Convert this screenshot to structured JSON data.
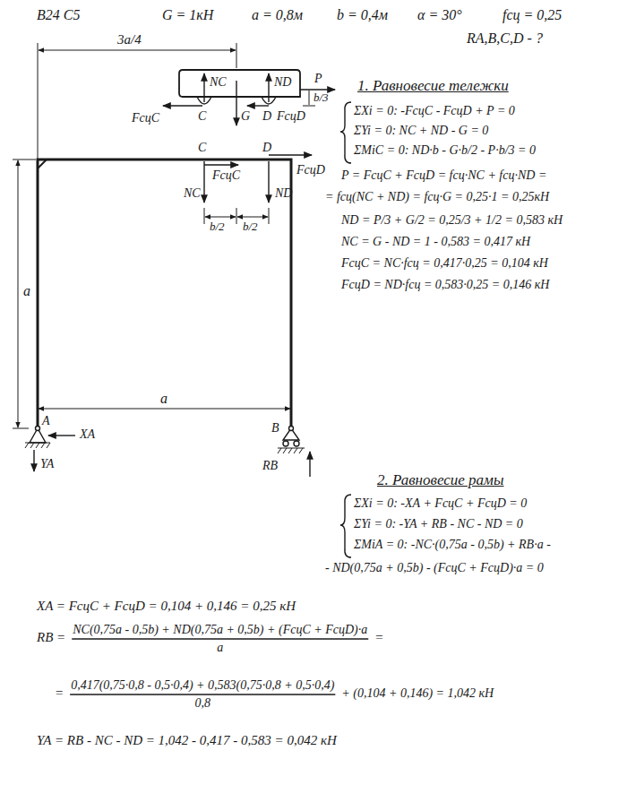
{
  "diagram": {
    "labels": [
      "В24 С5",
      "G = 1кН",
      "a = 0,8м",
      "b = 0,4м",
      "α = 30°",
      "fсц = 0,25",
      "RA,B,C,D - ?",
      "3a/4",
      "NC",
      "ND",
      "P",
      "b/3",
      "FсцC",
      "C",
      "G",
      "D",
      "FсцD",
      "C",
      "D",
      "FсцD",
      "FсцC",
      "NC",
      "ND",
      "b/2",
      "b/2",
      "a",
      "a",
      "A",
      "XA",
      "YA",
      "B",
      "RB",
      "1. Равновесие тележки",
      "ΣXi = 0:  -FсцC - FсцD + P = 0",
      "ΣYi = 0:  NC + ND - G = 0",
      "ΣMiC = 0:  ND·b - G·b/2 - P·b/3 = 0",
      "P = FсцC + FсцD = fсц·NC + fсц·ND =",
      "= fсц(NC + ND) = fсц·G = 0,25·1 = 0,25кН",
      "ND = P/3 + G/2 = 0,25/3 + 1/2 = 0,583 кН",
      "NC = G - ND = 1 - 0,583 = 0,417 кН",
      "FсцC = NC·fсц = 0,417·0,25 = 0,104 кН",
      "FсцD = ND·fсц = 0,583·0,25 = 0,146 кН",
      "2. Равновесие рамы",
      "ΣXi = 0:  -XA + FсцC + FсцD = 0",
      "ΣYi = 0:  -YA + RB - NC - ND = 0",
      "ΣMiA = 0:  -NC·(0,75a - 0,5b) + RB·a -",
      "- ND(0,75a + 0,5b) - (FсцC + FсцD)·a = 0",
      "XA = FсцC + FсцD = 0,104 + 0,146 = 0,25 кН",
      "RB =",
      "NC(0,75a - 0,5b) + ND(0,75a + 0,5b) + (FсцC + FсцD)·a",
      "a",
      "=",
      "=",
      "0,417(0,75·0,8 - 0,5·0,4) + 0,583(0,75·0,8 + 0,5·0,4)",
      "0,8",
      "+ (0,104 + 0,146) = 1,042 кН",
      "YA = RB - NC - ND = 1,042 - 0,417 - 0,583 = 0,042 кН"
    ]
  }
}
